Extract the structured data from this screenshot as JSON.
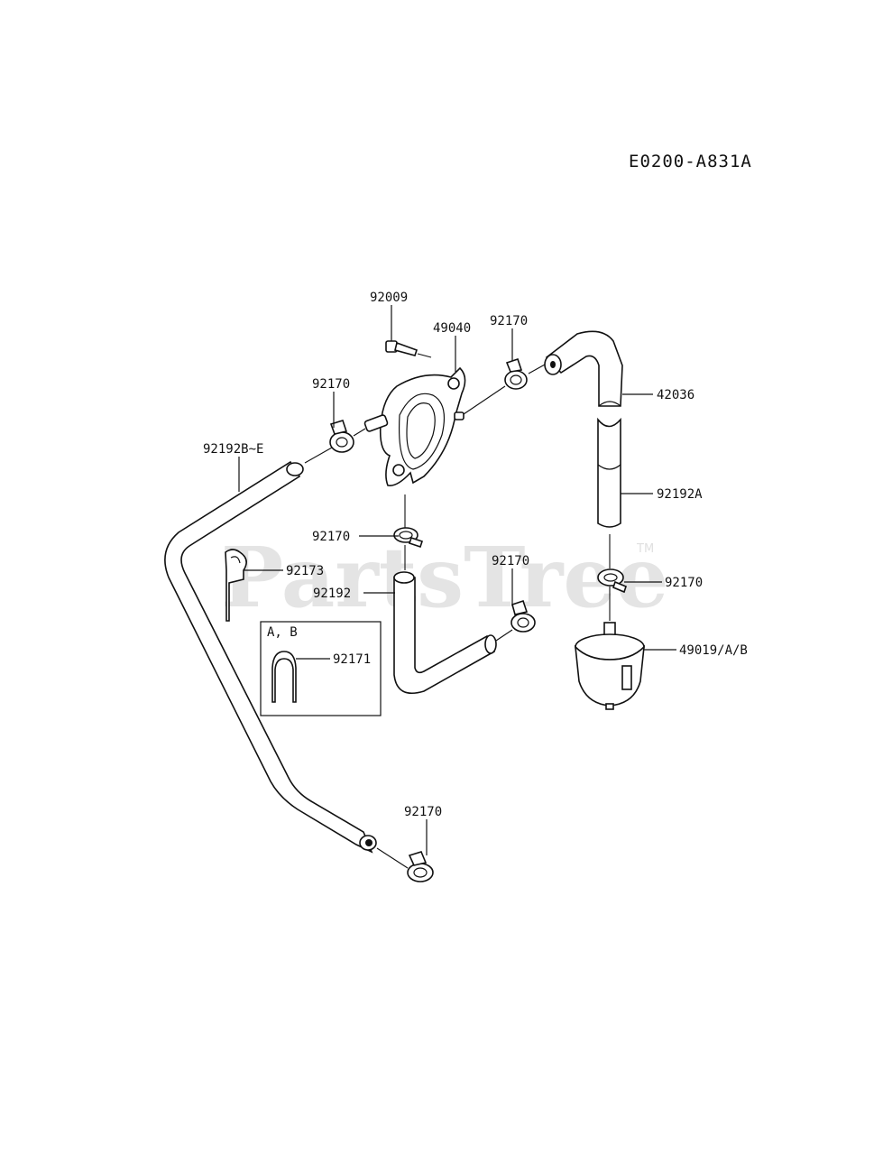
{
  "diagram": {
    "code": "E0200-A831A",
    "watermark": "PartsTree",
    "watermark_mark": "TM",
    "inset_label": "A, B",
    "labels": {
      "n92009": "92009",
      "n49040": "49040",
      "n92170_top": "92170",
      "n92170_left": "92170",
      "n42036": "42036",
      "n92192be": "92192B~E",
      "n92192a": "92192A",
      "n92170_mid": "92170",
      "n92173": "92173",
      "n92170_center": "92170",
      "n92192": "92192",
      "n92170_right": "92170",
      "n92171": "92171",
      "n49019": "49019/A/B",
      "n92170_bottom": "92170"
    }
  }
}
